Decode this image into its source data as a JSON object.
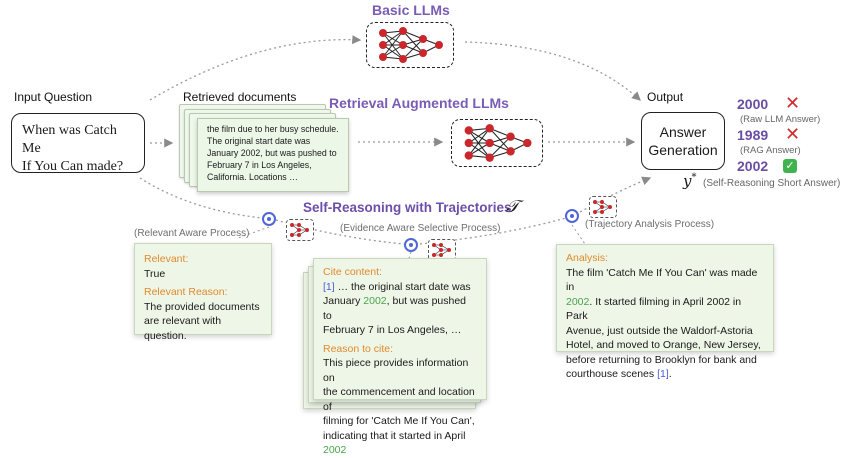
{
  "titles": {
    "basic": "Basic LLMs",
    "rag": "Retrieval Augmented  LLMs",
    "self": "Self-Reasoning with Trajectories",
    "tau": "𝒯"
  },
  "labels": {
    "input_question": "Input Question",
    "retrieved_documents": "Retrieved documents",
    "output": "Output",
    "relevant_process": "(Relevant Aware Process)",
    "evidence_process": "(Evidence Aware Selective Process)",
    "trajectory_process": "(Trajectory Analysis Process)"
  },
  "question": {
    "line1_pre": "When was ",
    "line1_post": "Catch Me",
    "line2": "If You Can made?"
  },
  "document": {
    "line1": "the film due to her busy schedule.",
    "line2": "The original start date was",
    "line3": "January 2002, but was pushed to",
    "line4": "February 7 in Los Angeles,",
    "line5": "California. Locations …"
  },
  "answer_box": {
    "line1": "Answer",
    "line2": "Generation"
  },
  "answers": [
    {
      "value": "2000",
      "source": "(Raw LLM Answer)",
      "mark": "✕"
    },
    {
      "value": "1989",
      "source": "(RAG Answer)",
      "mark": "✕"
    },
    {
      "value": "2002",
      "source": "(Self-Reasoning Short Answer)",
      "mark": "✓"
    }
  ],
  "y_star": "y",
  "y_star_sup": "*",
  "panel_relevant": {
    "key1": "Relevant:",
    "val1": "True",
    "key2": "Relevant Reason:",
    "val2_line1": "The provided documents",
    "val2_line2": "are relevant with question."
  },
  "panel_evidence": {
    "key1": "Cite content:",
    "cite": "[1]",
    "line1": " … the original start date was",
    "line2_pre": "January ",
    "line2_year": "2002",
    "line2_post": ", but was pushed to",
    "line3": "February 7 in Los Angeles, …",
    "key2": "Reason to cite:",
    "r1": "This piece provides information on",
    "r2": "the commencement and location of",
    "r3": "filming for 'Catch Me If You Can',",
    "r4_pre": "indicating that it started in April ",
    "r4_year": "2002"
  },
  "panel_analysis": {
    "key": "Analysis:",
    "l1": "The film 'Catch Me If You Can' was made in",
    "l2_year": "2002",
    "l2_post": ". It started filming in April 2002 in Park",
    "l3": "Avenue, just outside the Waldorf-Astoria",
    "l4": "Hotel, and moved to Orange, New Jersey,",
    "l5": "before returning to Brooklyn for bank and",
    "l6_pre": "courthouse scenes ",
    "l6_cite": "[1]",
    "l6_post": "."
  },
  "colors": {
    "title_purple": "#7a5bb5",
    "answer_purple": "#6a4ea3",
    "wrong_red": "#d42a2a",
    "right_green": "#3fb34f",
    "panel_green": "#eef6e8",
    "key_orange": "#e08a2c",
    "cite_blue": "#4a5fd8",
    "node_red": "#c9272b"
  },
  "icons": [
    "neural-network-icon",
    "cross-icon",
    "check-icon",
    "process-node-icon"
  ]
}
